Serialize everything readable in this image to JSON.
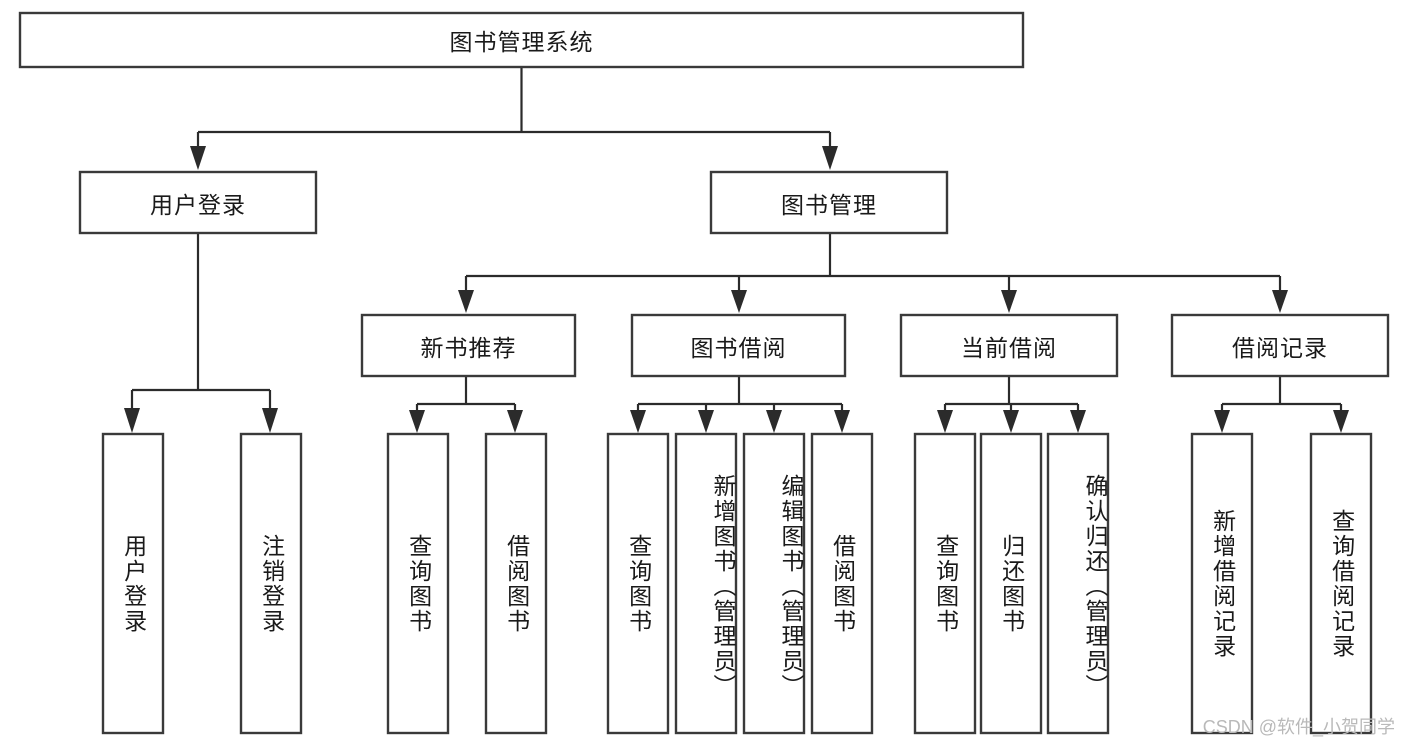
{
  "diagram": {
    "title": "图书管理系统",
    "type": "tree-hierarchy",
    "watermark": "CSDN @软件_小贺同学",
    "colors": {
      "background": "#ffffff",
      "box_stroke": "#3a3a3a",
      "edge_stroke": "#2b2b2b",
      "text": "#1a1a1a",
      "watermark": "#b9b9b9"
    },
    "root": {
      "label": "图书管理系统",
      "orientation": "horizontal"
    },
    "level1": [
      {
        "label": "用户登录",
        "orientation": "horizontal"
      },
      {
        "label": "图书管理",
        "orientation": "horizontal"
      }
    ],
    "level2": [
      {
        "label": "新书推荐",
        "orientation": "horizontal",
        "parent": "图书管理"
      },
      {
        "label": "图书借阅",
        "orientation": "horizontal",
        "parent": "图书管理"
      },
      {
        "label": "当前借阅",
        "orientation": "horizontal",
        "parent": "图书管理"
      },
      {
        "label": "借阅记录",
        "orientation": "horizontal",
        "parent": "图书管理"
      }
    ],
    "leaves": {
      "用户登录": [
        {
          "label": "用户登录",
          "orientation": "vertical"
        },
        {
          "label": "注销登录",
          "orientation": "vertical"
        }
      ],
      "新书推荐": [
        {
          "label": "查询图书",
          "orientation": "vertical"
        },
        {
          "label": "借阅图书",
          "orientation": "vertical"
        }
      ],
      "图书借阅": [
        {
          "label": "查询图书",
          "orientation": "vertical"
        },
        {
          "label": "新增图书（管理员）",
          "orientation": "vertical"
        },
        {
          "label": "编辑图书（管理员）",
          "orientation": "vertical"
        },
        {
          "label": "借阅图书",
          "orientation": "vertical"
        }
      ],
      "当前借阅": [
        {
          "label": "查询图书",
          "orientation": "vertical"
        },
        {
          "label": "归还图书",
          "orientation": "vertical"
        },
        {
          "label": "确认归还（管理员）",
          "orientation": "vertical"
        }
      ],
      "借阅记录": [
        {
          "label": "新增借阅记录",
          "orientation": "vertical"
        },
        {
          "label": "查询借阅记录",
          "orientation": "vertical"
        }
      ]
    }
  }
}
